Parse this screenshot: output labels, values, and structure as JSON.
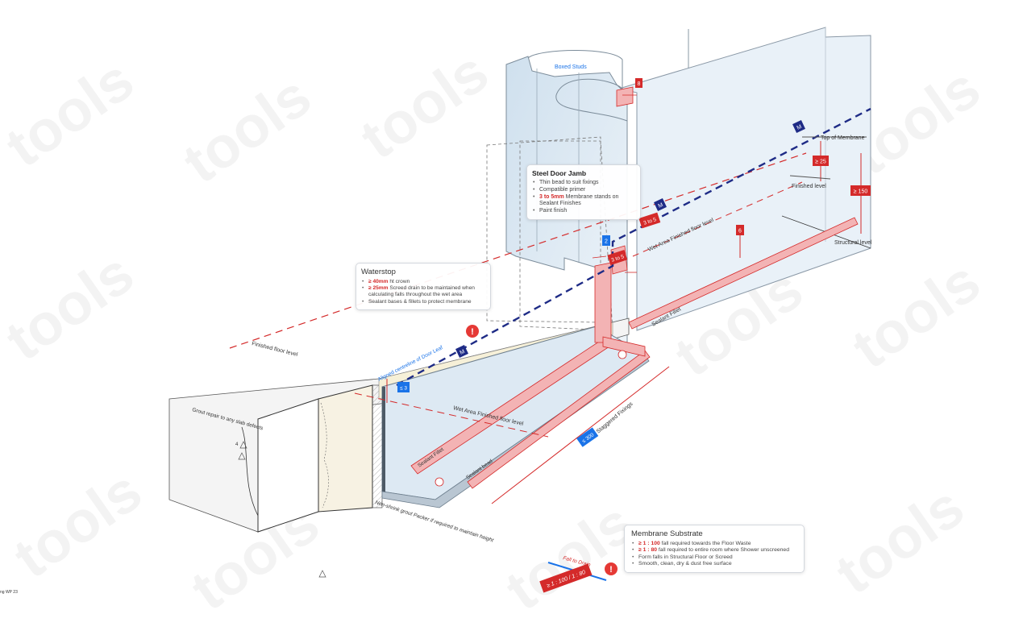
{
  "colors": {
    "red": "#d42a2a",
    "red_fill": "#f3b3b4",
    "blue": "#1a73e8",
    "navy": "#1e2b86",
    "glass": "#dbe7f1",
    "line": "#333333",
    "watermark": "#efefef"
  },
  "watermark_text": "tools",
  "labels": {
    "boxed_studs": "Boxed Studs",
    "top_of_membrane": "Top of Membrane",
    "finished_level": "Finished level",
    "structural_level": "Structural level",
    "wet_area_ffl_upper": "Wet Area Finished floor level",
    "sealant_fillet": "Sealant Fillet",
    "finished_floor_level": "Finished floor level",
    "aligned_centreline": "Aligned centreline of Door Leaf",
    "wet_area_ffl_lower": "Wet Area Finished floor level",
    "grout_repair": "Grout repair to any slab defects",
    "nonshrink_grout": "Non-shrink grout Packer if required to maintain height",
    "staggered_fixings": "Staggered Fixings",
    "sealant_fillet_2": "Sealant Fillet",
    "sealant_bead": "Sealant bead",
    "fall_to_drain": "Fall to Drain",
    "footer": "ng WP 23",
    "triangle_4": "4"
  },
  "badges": {
    "b8": "8",
    "b25": "≥ 25",
    "b150": "≥ 150",
    "b6": "6",
    "b3to5_right": "3 to 5",
    "b3to5_left": "3 to 5",
    "b2": "2",
    "m1": "M",
    "m2": "M",
    "m3": "M",
    "b3": "≤ 3",
    "b300": "≤ 300",
    "fall_ratio": "≥ 1 : 100 / 1 : 80",
    "alert": "!"
  },
  "cards": {
    "steel_door_jamb": {
      "title": "Steel Door Jamb",
      "items": [
        "Thin bead to suit fixings",
        "Compatible primer",
        "3 to 5mm Membrane stands on Sealant Finishes",
        "Paint finish"
      ]
    },
    "waterstop": {
      "title": "Waterstop",
      "items": [
        "≥ 40mm ht crown",
        "≥ 25mm Screed drain to be maintained when calculating falls throughout the wet area",
        "Sealant bases & fillets to protect membrane"
      ]
    },
    "membrane_substrate": {
      "title": "Membrane Substrate",
      "items": [
        "≥ 1 : 100 fall required towards the Floor Waste",
        "≥ 1 : 80 fall required to entire room where Shower unscreened",
        "Form falls in Structural Floor or Screed",
        "Smooth, clean, dry & dust free surface"
      ]
    }
  }
}
